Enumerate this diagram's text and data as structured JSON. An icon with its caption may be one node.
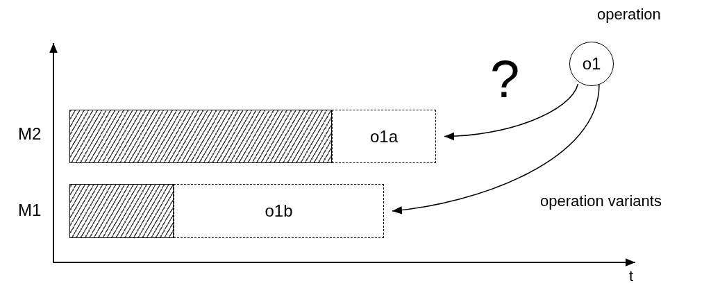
{
  "diagram": {
    "nodes": [
      {
        "text": [],
        "shape": "bar"
      },
      {
        "text": [
          "o1a"
        ]
      },
      {
        "text": [],
        "shape": "bar"
      },
      {
        "text": [
          "o1b"
        ]
      },
      {
        "text": [
          "o1"
        ],
        "beside": [
          "operation"
        ]
      }
    ],
    "edges": [
      {
        "from": 4,
        "to": 1,
        "arrow": "to"
      },
      {
        "from": 4,
        "to": 3,
        "arrow": "to"
      }
    ],
    "labels": [
      "?",
      "M2",
      "M1",
      "operation variants",
      "t"
    ]
  }
}
